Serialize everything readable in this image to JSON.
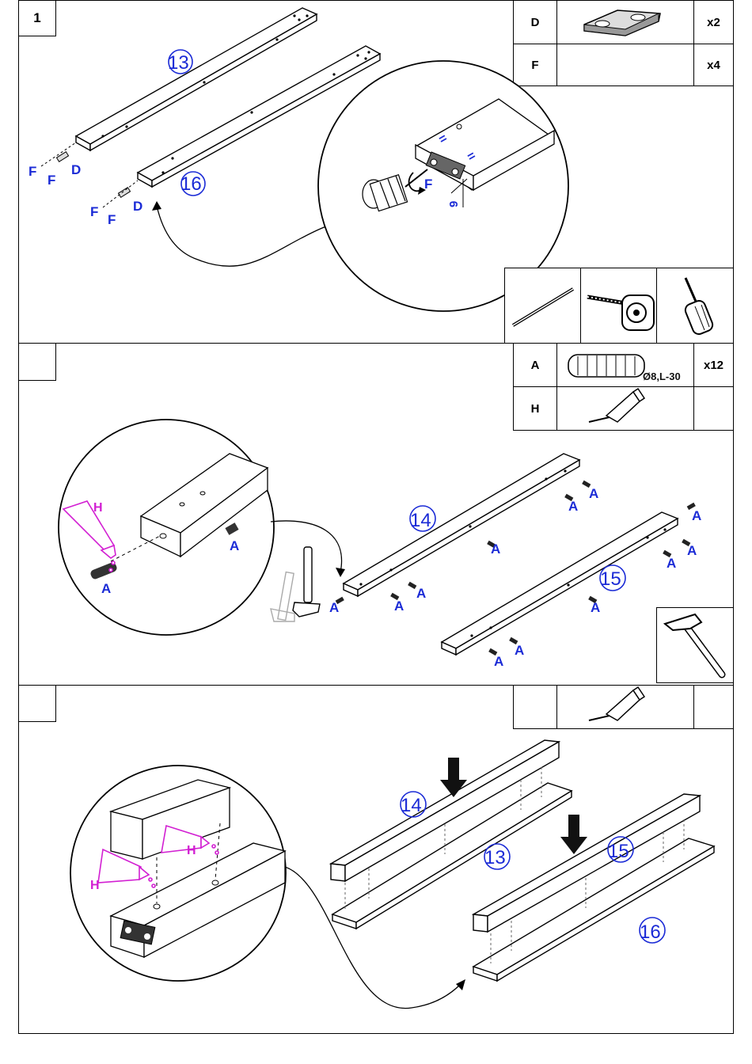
{
  "steps": [
    {
      "number": "1",
      "parts": [
        {
          "code": "D",
          "icon": "cam-lock-plate",
          "qty": "x2"
        },
        {
          "code": "F",
          "icon": "",
          "qty": "x4"
        }
      ],
      "labels": {
        "part_13": "13",
        "part_16": "16",
        "fitting_d": "D",
        "fitting_f": "F",
        "dimension": "9",
        "equal_mark": "="
      },
      "tools": [
        "pencil-icon",
        "tape-measure-icon",
        "screwdriver-icon"
      ]
    },
    {
      "number": "",
      "parts": [
        {
          "code": "A",
          "icon": "wooden-dowel",
          "spec": "Ø8,L-30",
          "qty": "x12"
        },
        {
          "code": "H",
          "icon": "glue-tube",
          "qty": ""
        }
      ],
      "labels": {
        "part_14": "14",
        "part_15": "15",
        "dowel": "A",
        "glue": "H"
      },
      "tools": [
        "hammer-icon"
      ]
    },
    {
      "number": "",
      "parts": [
        {
          "code": "",
          "icon": "glue-tube",
          "qty": ""
        }
      ],
      "labels": {
        "part_14": "14",
        "part_13": "13",
        "part_15": "15",
        "part_16": "16",
        "glue": "H"
      }
    }
  ],
  "colors": {
    "label_blue": "#1b2bd6",
    "glue_magenta": "#d21fd2",
    "line": "#000000"
  }
}
